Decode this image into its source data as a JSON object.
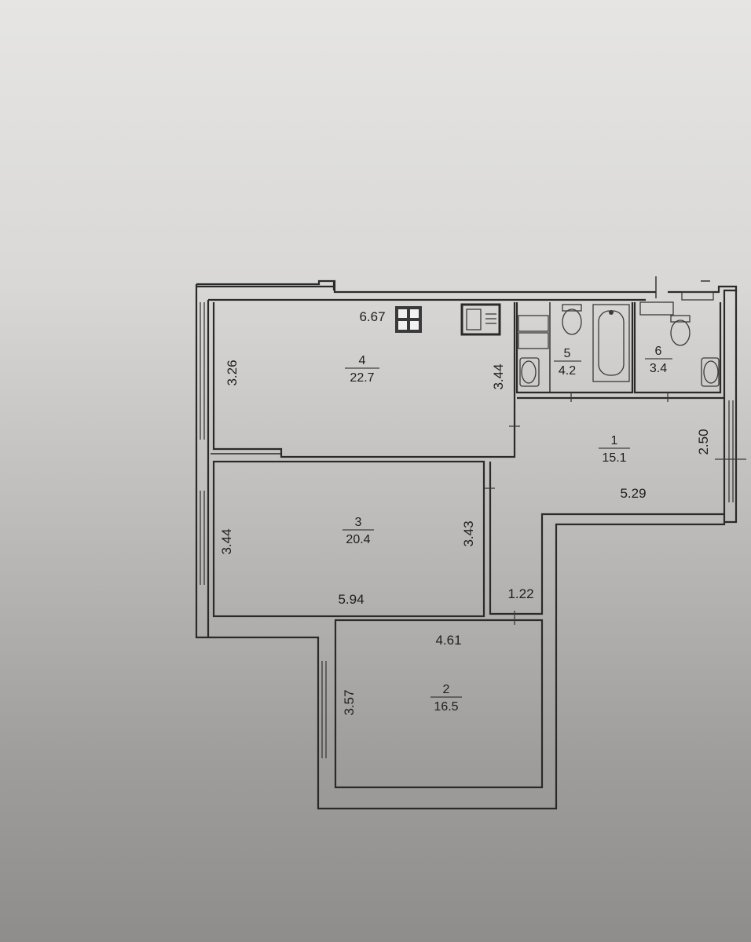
{
  "rooms": [
    {
      "id": "room-4",
      "number": "4",
      "area": "22.7"
    },
    {
      "id": "room-3",
      "number": "3",
      "area": "20.4"
    },
    {
      "id": "room-2",
      "number": "2",
      "area": "16.5"
    },
    {
      "id": "room-1",
      "number": "1",
      "area": "15.1"
    },
    {
      "id": "room-5",
      "number": "5",
      "area": "4.2"
    },
    {
      "id": "room-6",
      "number": "6",
      "area": "3.4"
    }
  ],
  "dimensions": {
    "room4_width": "6.67",
    "room4_height": "3.26",
    "room4_inner": "3.44",
    "room3_height": "3.44",
    "room3_inner": "3.43",
    "room3_width": "5.94",
    "room2_width": "4.61",
    "room2_height": "3.57",
    "room1_width": "5.29",
    "room1_height": "2.50",
    "corridor": "1.22"
  }
}
